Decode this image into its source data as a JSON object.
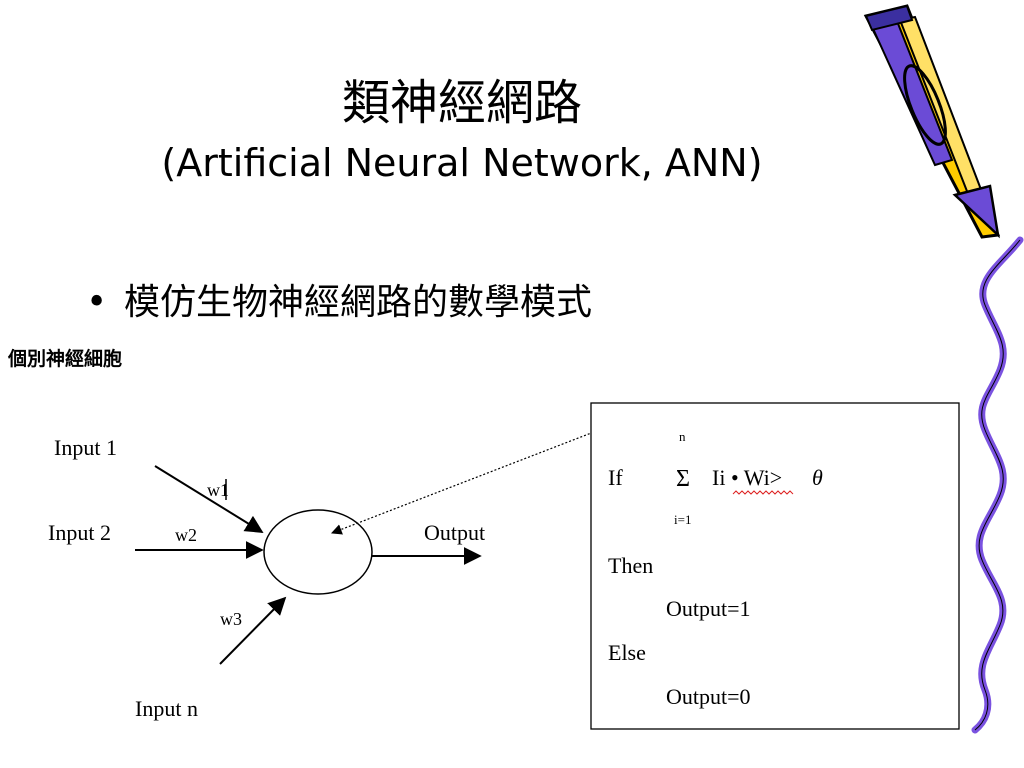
{
  "slide": {
    "title_zh": "類神經網路",
    "title_en": "(Artificial Neural Network, ANN)",
    "bullet_text": "模仿生物神經網路的數學模式",
    "subheading": "個別神經細胞"
  },
  "neuron": {
    "inputs": [
      {
        "label": "Input 1",
        "weight": "w1"
      },
      {
        "label": "Input 2",
        "weight": "w2"
      },
      {
        "label": "Input n",
        "weight": "w3"
      }
    ],
    "output_label": "Output"
  },
  "rule_box": {
    "if_label": "If",
    "sum_symbol": "Σ",
    "sum_upper": "n",
    "sum_lower": "i=1",
    "condition": "Ii • Wi>",
    "theta": "θ",
    "then_label": "Then",
    "then_output": "Output=1",
    "else_label": "Else",
    "else_output": "Output=0"
  },
  "colors": {
    "pencil_body": "#ffcc00",
    "pencil_shade": "#6b4bd6",
    "squiggle": "#7a52e0",
    "outline": "#000000"
  }
}
